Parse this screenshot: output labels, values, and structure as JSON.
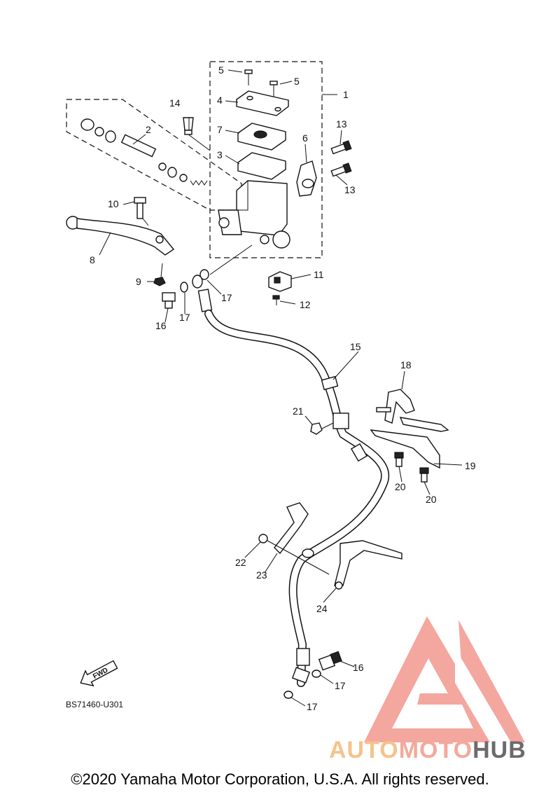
{
  "diagram": {
    "drawing_code": "BS71460-U301",
    "fwd_label": "FWD",
    "callouts": [
      {
        "id": "c1",
        "label": "1"
      },
      {
        "id": "c2",
        "label": "2"
      },
      {
        "id": "c3",
        "label": "3"
      },
      {
        "id": "c4",
        "label": "4"
      },
      {
        "id": "c5a",
        "label": "5"
      },
      {
        "id": "c5b",
        "label": "5"
      },
      {
        "id": "c6",
        "label": "6"
      },
      {
        "id": "c7",
        "label": "7"
      },
      {
        "id": "c8",
        "label": "8"
      },
      {
        "id": "c9",
        "label": "9"
      },
      {
        "id": "c10",
        "label": "10"
      },
      {
        "id": "c11",
        "label": "11"
      },
      {
        "id": "c12",
        "label": "12"
      },
      {
        "id": "c13a",
        "label": "13"
      },
      {
        "id": "c13b",
        "label": "13"
      },
      {
        "id": "c14",
        "label": "14"
      },
      {
        "id": "c15",
        "label": "15"
      },
      {
        "id": "c16a",
        "label": "16"
      },
      {
        "id": "c16b",
        "label": "16"
      },
      {
        "id": "c17a",
        "label": "17"
      },
      {
        "id": "c17b",
        "label": "17"
      },
      {
        "id": "c17c",
        "label": "17"
      },
      {
        "id": "c17d",
        "label": "17"
      },
      {
        "id": "c18",
        "label": "18"
      },
      {
        "id": "c19",
        "label": "19"
      },
      {
        "id": "c20a",
        "label": "20"
      },
      {
        "id": "c20b",
        "label": "20"
      },
      {
        "id": "c21",
        "label": "21"
      },
      {
        "id": "c22",
        "label": "22"
      },
      {
        "id": "c23",
        "label": "23"
      },
      {
        "id": "c24",
        "label": "24"
      }
    ]
  },
  "watermark": {
    "brand_part1": "AUTO",
    "brand_part2": "MOTO",
    "brand_part3": "HUB",
    "color_light": "#f6c28a",
    "color_red": "#f08a80",
    "color_dark": "#6b6b6b"
  },
  "footer": {
    "copyright": "©2020 Yamaha Motor Corporation, U.S.A. All rights reserved."
  }
}
